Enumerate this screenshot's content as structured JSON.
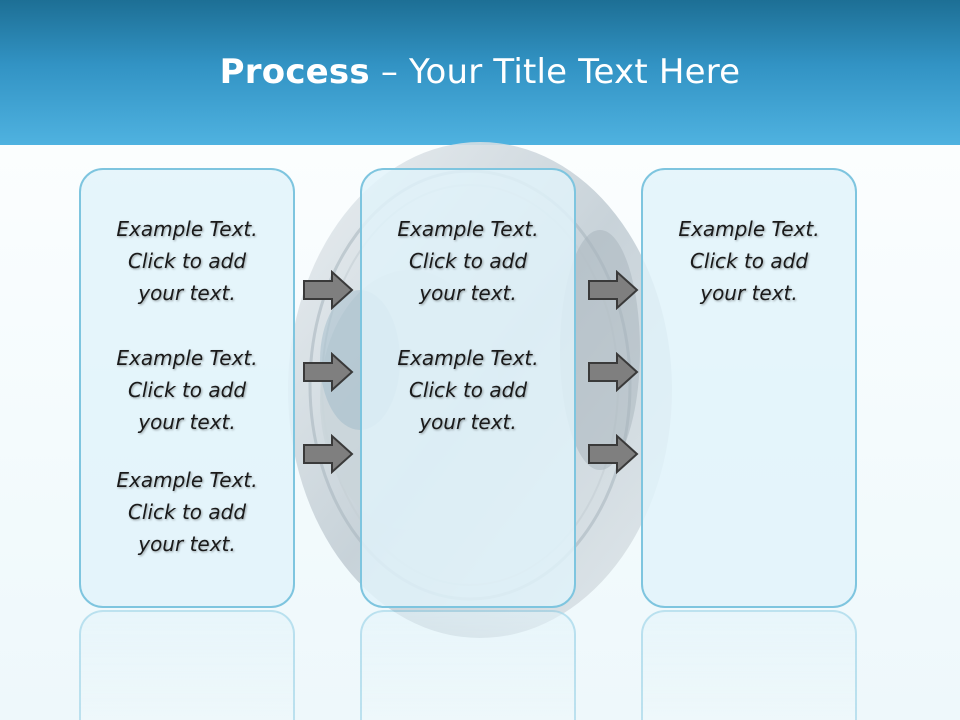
{
  "slide": {
    "title_bold": "Process",
    "title_rest": "– Your Title Text Here"
  },
  "columns": [
    {
      "blocks": [
        {
          "lines": [
            "Example Text.",
            "Click  to add",
            "your text."
          ]
        },
        {
          "lines": [
            "Example Text.",
            "Click  to add",
            "your text."
          ]
        },
        {
          "lines": [
            "Example Text.",
            "Click  to add",
            "your text."
          ]
        }
      ]
    },
    {
      "blocks": [
        {
          "lines": [
            "Example Text.",
            "Click  to add",
            "your text."
          ]
        },
        {
          "lines": [
            "Example Text.",
            "Click  to add",
            "your text."
          ]
        }
      ]
    },
    {
      "blocks": [
        {
          "lines": [
            "Example Text.",
            "Click  to add",
            "your text."
          ]
        }
      ]
    }
  ],
  "colors": {
    "header_top": "#1d6f95",
    "header_bottom": "#4fb2e0",
    "panel_border": "#7ec5df",
    "panel_fill": "#e1f3fa",
    "arrow_fill": "#7f7f7f"
  }
}
